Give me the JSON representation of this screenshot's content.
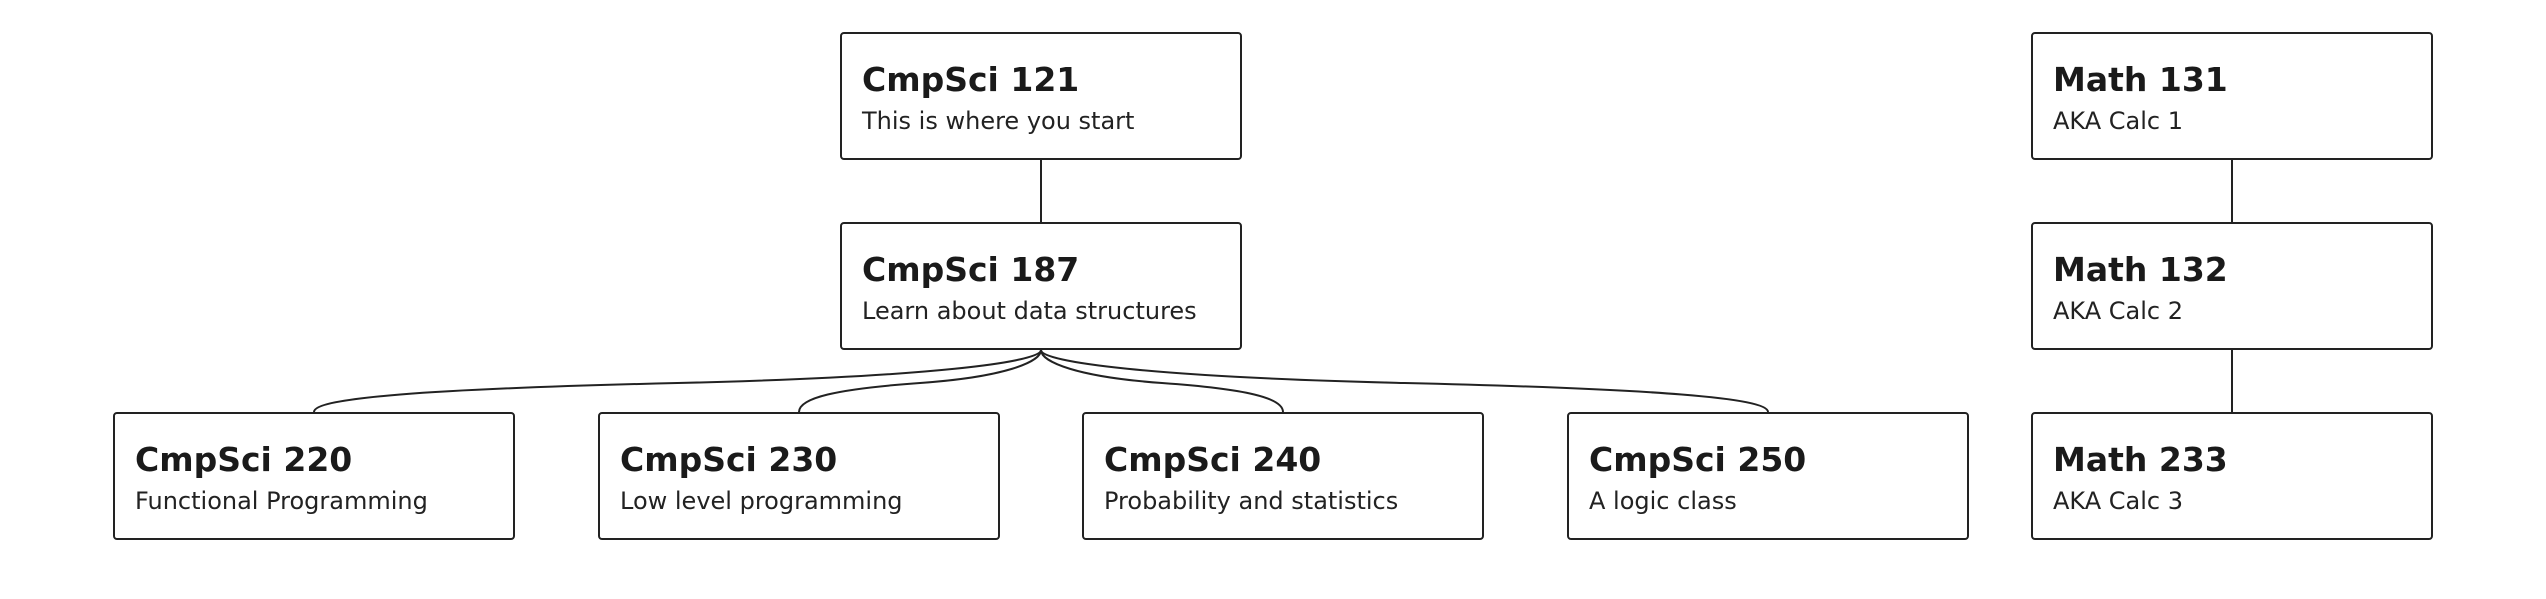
{
  "nodes": {
    "cs121": {
      "title": "CmpSci 121",
      "subtitle": "This is where you start"
    },
    "cs187": {
      "title": "CmpSci 187",
      "subtitle": "Learn about data structures"
    },
    "cs220": {
      "title": "CmpSci 220",
      "subtitle": "Functional Programming"
    },
    "cs230": {
      "title": "CmpSci 230",
      "subtitle": "Low level programming"
    },
    "cs240": {
      "title": "CmpSci 240",
      "subtitle": "Probability and statistics"
    },
    "cs250": {
      "title": "CmpSci 250",
      "subtitle": "A logic class"
    },
    "m131": {
      "title": "Math 131",
      "subtitle": "AKA Calc 1"
    },
    "m132": {
      "title": "Math 132",
      "subtitle": "AKA Calc 2"
    },
    "m233": {
      "title": "Math 233",
      "subtitle": "AKA Calc 3"
    }
  },
  "edges": [
    [
      "cs121",
      "cs187"
    ],
    [
      "cs187",
      "cs220"
    ],
    [
      "cs187",
      "cs230"
    ],
    [
      "cs187",
      "cs240"
    ],
    [
      "cs187",
      "cs250"
    ],
    [
      "m131",
      "m132"
    ],
    [
      "m132",
      "m233"
    ]
  ]
}
